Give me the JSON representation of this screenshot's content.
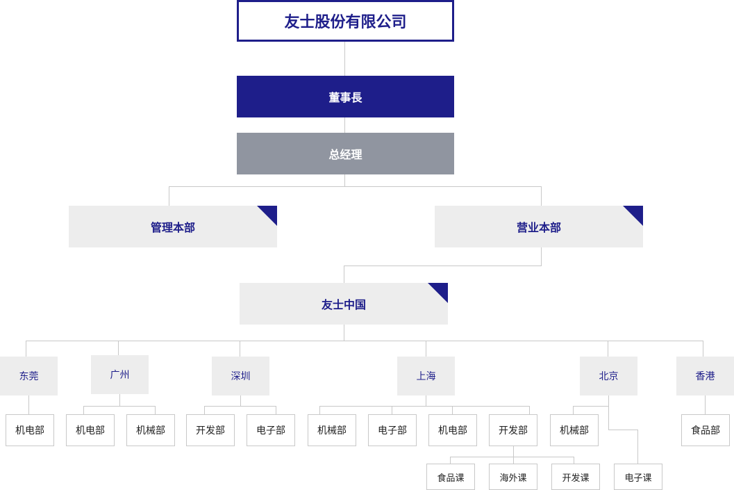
{
  "company": "友士股份有限公司",
  "chairman": "董事長",
  "general_manager": "总经理",
  "headquarters": {
    "management": "管理本部",
    "sales": "营业本部"
  },
  "china": "友士中国",
  "regions": {
    "dongguan": {
      "name": "东莞",
      "depts": [
        "机电部"
      ]
    },
    "guangzhou": {
      "name": "广州",
      "depts": [
        "机电部",
        "机械部"
      ]
    },
    "shenzhen": {
      "name": "深圳",
      "depts": [
        "开发部",
        "电子部"
      ]
    },
    "shanghai": {
      "name": "上海",
      "depts": [
        "机械部",
        "电子部",
        "机电部",
        "开发部"
      ],
      "sections": [
        "食品课",
        "海外课",
        "开发课"
      ]
    },
    "beijing": {
      "name": "北京",
      "depts": [
        "机械部"
      ],
      "sections": [
        "电子课"
      ]
    },
    "hongkong": {
      "name": "香港",
      "depts": [
        "食品部"
      ]
    }
  }
}
